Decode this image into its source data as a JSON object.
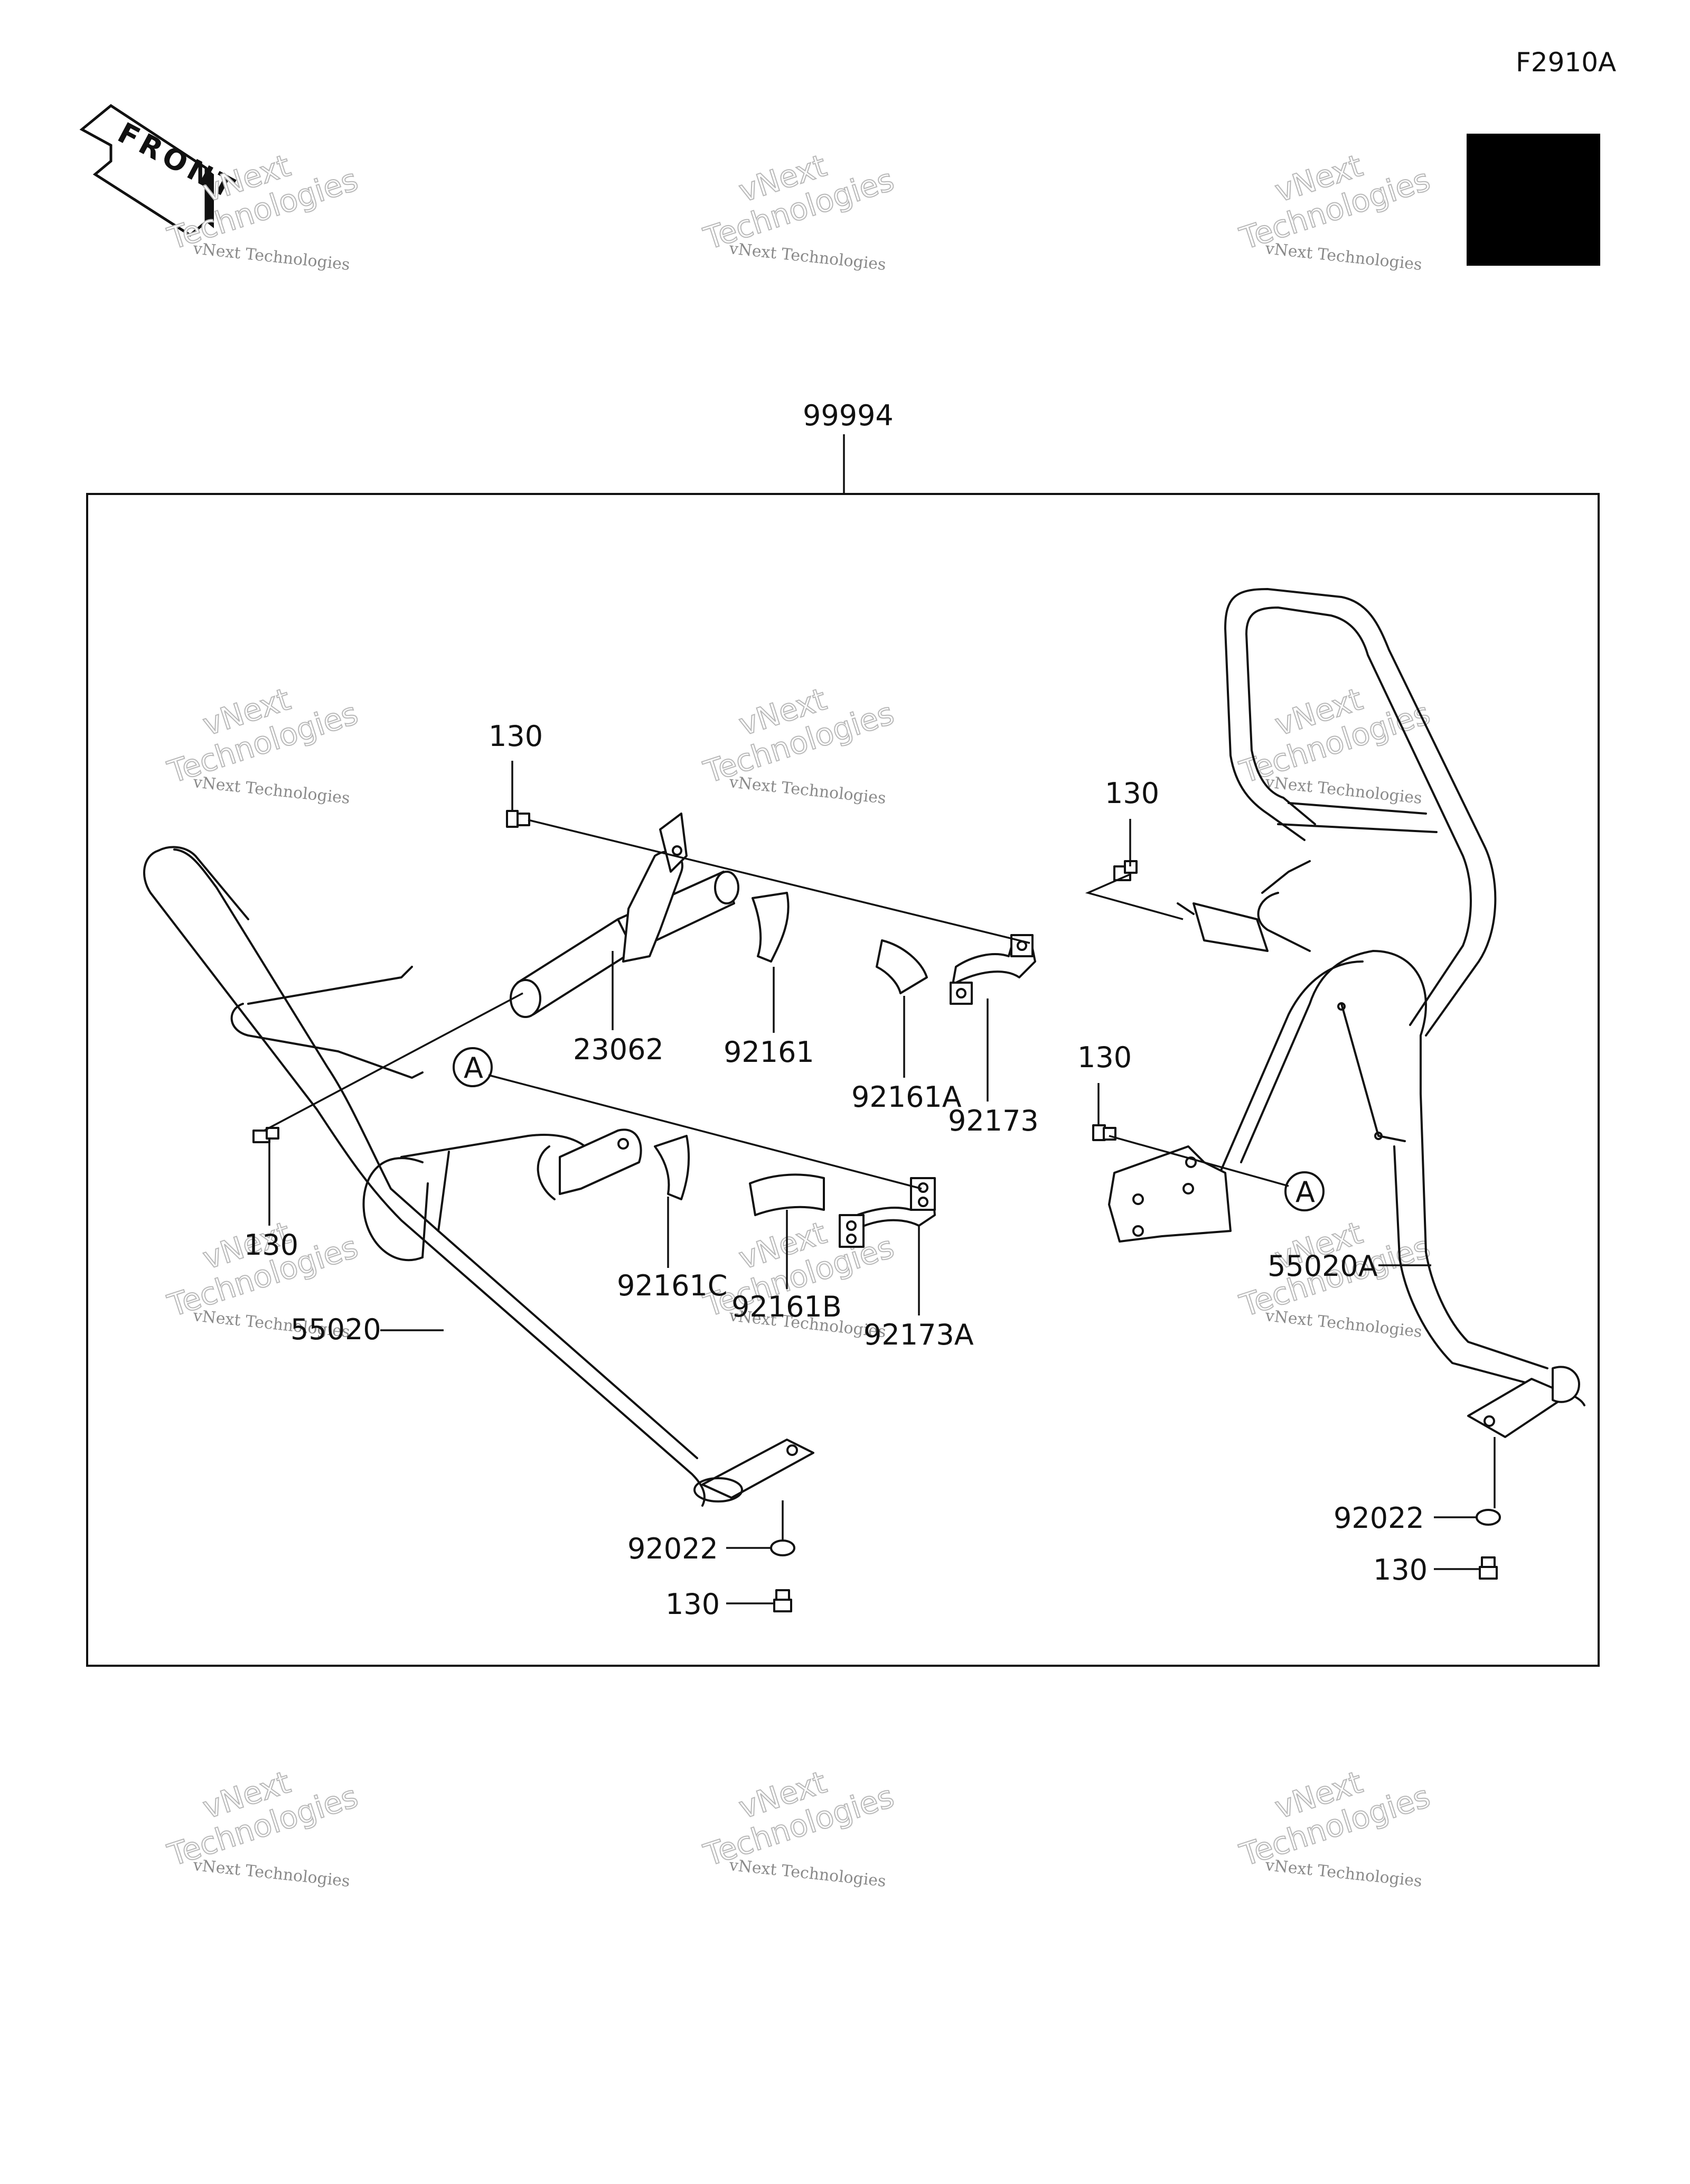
{
  "page_code": "F2910A",
  "front_arrow_label": "FRONT",
  "watermark": {
    "line1": "vNext",
    "line2": "Technologies",
    "caption": "vNext Technologies"
  },
  "assembly": {
    "number": "99994"
  },
  "callouts": {
    "ref_a_left": "A",
    "ref_a_right": "A"
  },
  "parts": {
    "bolt_top_left": "130",
    "bolt_left": "130",
    "bolt_right_top": "130",
    "bolt_right_mid": "130",
    "bolt_bottom_left": "130",
    "bolt_bottom_right": "130",
    "damper": "23062",
    "cushion_a": "92161",
    "cushion_b": "92161A",
    "cushion_c": "92161C",
    "cushion_d": "92161B",
    "clamp_a": "92173",
    "clamp_b": "92173A",
    "guard_left": "55020",
    "guard_right": "55020A",
    "washer_left": "92022",
    "washer_right": "92022"
  }
}
